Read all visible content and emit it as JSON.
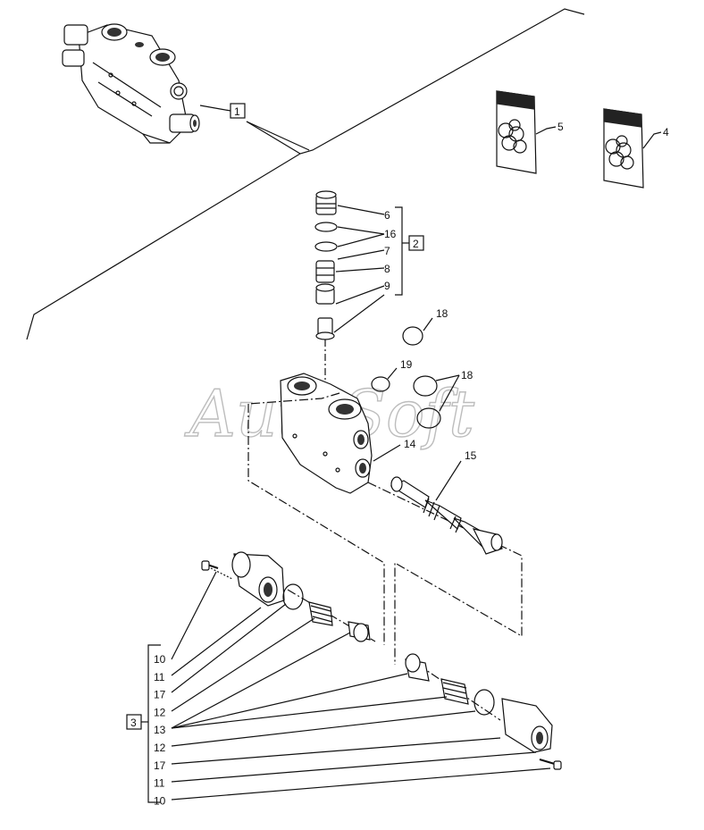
{
  "watermark": "AutoSoft",
  "callouts": {
    "c1": "1",
    "c2": "2",
    "c3": "3",
    "c4": "4",
    "c5": "5",
    "c6": "6",
    "c16": "16",
    "c7": "7",
    "c8": "8",
    "c9": "9",
    "c18a": "18",
    "c19": "19",
    "c18b": "18",
    "c14": "14",
    "c15": "15"
  },
  "group3_labels": [
    "10",
    "11",
    "17",
    "12",
    "13",
    "12",
    "17",
    "11",
    "10"
  ],
  "colors": {
    "line": "#111111",
    "watermark": "#bdbdbd"
  }
}
